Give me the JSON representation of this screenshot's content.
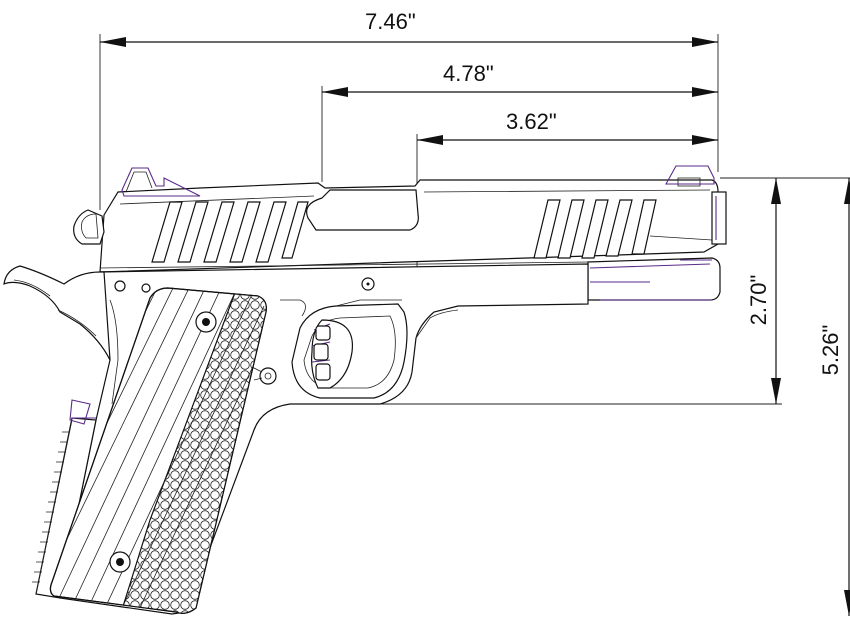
{
  "dimensions": {
    "overall_length": "7.46\"",
    "barrel_length": "4.78\"",
    "slide_front_length": "3.62\"",
    "frame_height": "2.70\"",
    "overall_height": "5.26\""
  }
}
